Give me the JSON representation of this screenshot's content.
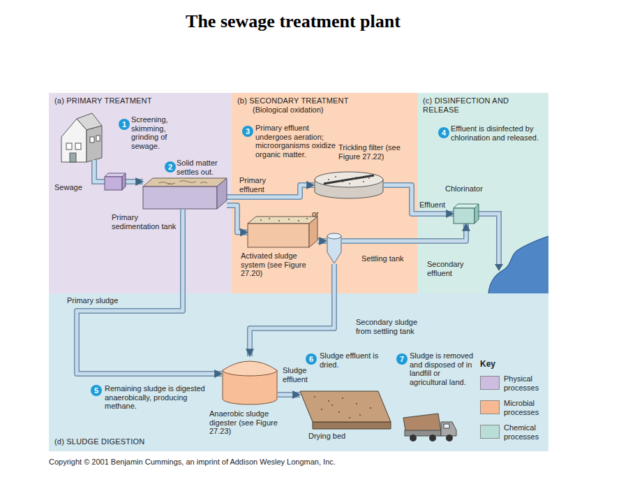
{
  "diagram": {
    "title": "The sewage treatment plant",
    "nodes": [
      {
        "text": [
          "(a) PRIMARY TREATMENT"
        ]
      },
      {
        "text": [
          "Sewage"
        ],
        "in": 0
      },
      {
        "text": [
          "Primary sedimentation tank"
        ],
        "in": 0
      },
      {
        "text": [
          "(b) SECONDARY TREATMENT",
          "(Biological oxidation)"
        ]
      },
      {
        "text": [
          "Trickling filter (see Figure 27.22)"
        ],
        "in": 3
      },
      {
        "text": [
          "Activated sludge system (see Figure 27.20)"
        ],
        "in": 3
      },
      {
        "text": [
          "Settling tank"
        ],
        "in": 3
      },
      {
        "text": [
          "(c) DISINFECTION AND RELEASE"
        ]
      },
      {
        "text": [
          "Chlorinator"
        ],
        "in": 7
      },
      {
        "text": [
          "(d) SLUDGE DIGESTION"
        ]
      },
      {
        "text": [
          "Anaerobic sludge digester (see Figure 27.23)"
        ],
        "in": 9
      },
      {
        "text": [
          "Drying bed"
        ],
        "in": 9
      }
    ],
    "edges": [
      {
        "from": 1,
        "to": 2,
        "arrow": "to"
      },
      {
        "from": 2,
        "to": 4,
        "arrow": "to"
      },
      {
        "from": 2,
        "to": 5,
        "arrow": "to"
      },
      {
        "from": 5,
        "to": 6,
        "arrow": "to"
      },
      {
        "from": 4,
        "to": 8,
        "arrow": "to"
      },
      {
        "from": 6,
        "to": 8,
        "arrow": "to"
      },
      {
        "from": 2,
        "to": 10,
        "arrow": "to"
      },
      {
        "from": 6,
        "to": 10,
        "arrow": "to"
      },
      {
        "from": 10,
        "to": 11,
        "arrow": "to"
      }
    ],
    "labels": [
      "1",
      "Screening, skimming, grinding of sewage.",
      "2",
      "Solid matter settles out.",
      "Primary effluent",
      "3",
      "Primary effluent undergoes aeration; microorganisms oxidize organic matter.",
      "or",
      "4",
      "Effluent is disinfected by chlorination and released.",
      "Effluent",
      "Secondary effluent",
      "Primary sludge",
      "Secondary sludge from settling tank",
      "5",
      "Remaining sludge is digested anaerobically, producing methane.",
      "6",
      "Sludge effluent is dried.",
      "Sludge effluent",
      "7",
      "Sludge is removed and disposed of in landfill or agricultural land.",
      "Key",
      "Copyright © 2001 Benjamin Cummings, an imprint of Addison Wesley Longman, Inc."
    ],
    "legend": [
      {
        "text": "Physical processes",
        "color": "#cdbde0"
      },
      {
        "text": "Microbial processes",
        "color": "#f7b992"
      },
      {
        "text": "Chemical processes",
        "color": "#b9ddd7"
      }
    ]
  }
}
